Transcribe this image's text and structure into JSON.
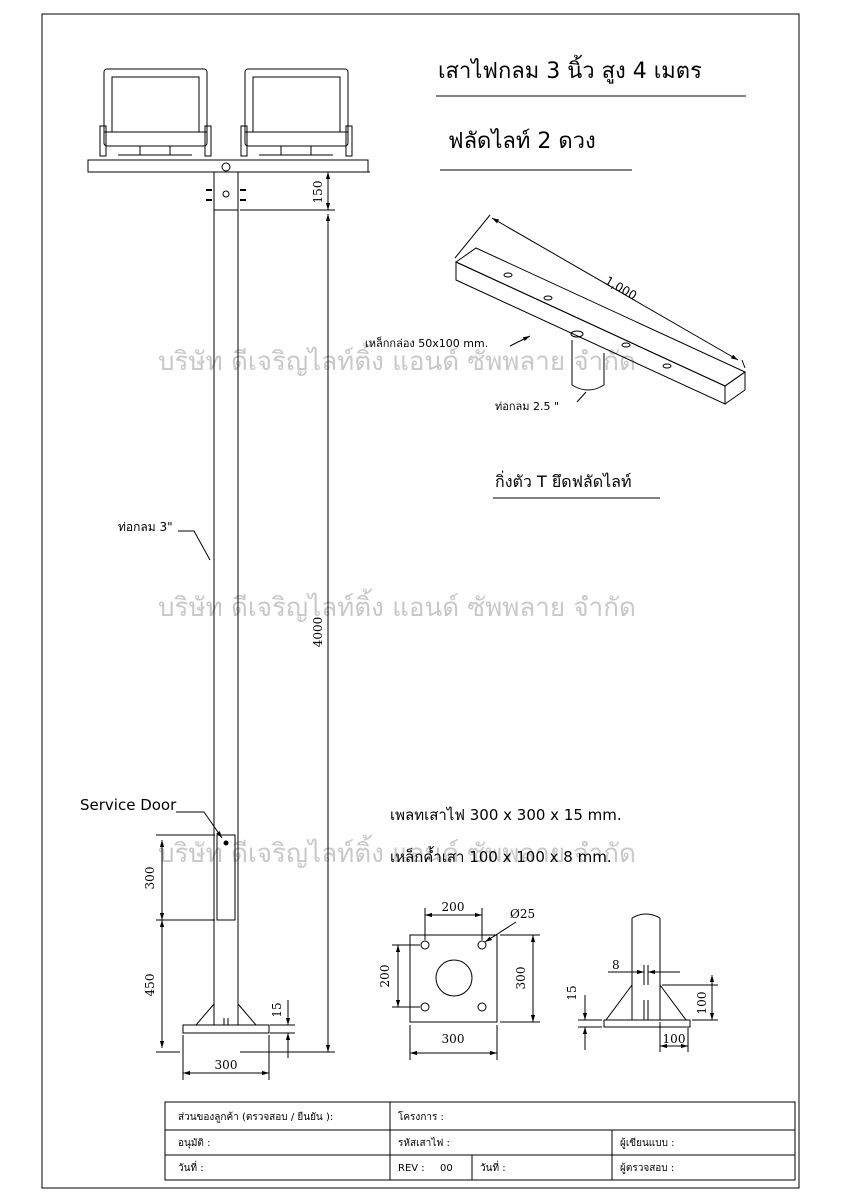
{
  "title": {
    "main": "เสาไฟกลม 3 นิ้ว สูง 4 เมตร",
    "sub": "ฟลัดไลท์ 2  ดวง"
  },
  "watermark": "บริษัท ดีเจริญไลท์ติ้ง แอนด์ ซัพพลาย จำกัด",
  "pole": {
    "pipe_label": "ท่อกลม 3\"",
    "service_door_label": "Service Door",
    "dims": {
      "top_offset": "150",
      "height": "4000",
      "door_height": "300",
      "door_base": "450",
      "plate_thickness": "15",
      "base_width": "300"
    }
  },
  "bracket": {
    "length": "1,000",
    "box_steel_label": "เหล็กกล่อง  50x100 mm.",
    "pipe_label": "ท่อกลม 2.5 \"",
    "caption": "กิ่งตัว T ยึดฟลัดไลท์"
  },
  "base_plate": {
    "spec_plate": "เพลทเสาไฟ  300 x 300 x 15 mm.",
    "spec_gusset": "เหล็กค้ำเสา 100 x 100 x 8 mm.",
    "plan_dims": {
      "hole_spacing": "200",
      "hole_dia": "Ø25",
      "side_left": "200",
      "side_right": "300",
      "bottom": "300"
    },
    "section_dims": {
      "gusset_thk": "8",
      "plate_thk": "15",
      "gusset_h": "100",
      "gusset_w": "100"
    }
  },
  "title_block": {
    "customer": "ส่วนของลูกค้า  (ตรวจสอบ / ยืนยัน ):",
    "project": "โครงการ  :",
    "approve": "อนุมัติ   :",
    "pole_code": "รหัสเสาไฟ  :",
    "designer": "ผู้เขียนแบบ  :",
    "date1": "วันที่   :",
    "rev_label": "REV :",
    "rev_value": "00",
    "date2": "วันที่  :",
    "checker": "ผู้ตรวจสอบ :"
  }
}
